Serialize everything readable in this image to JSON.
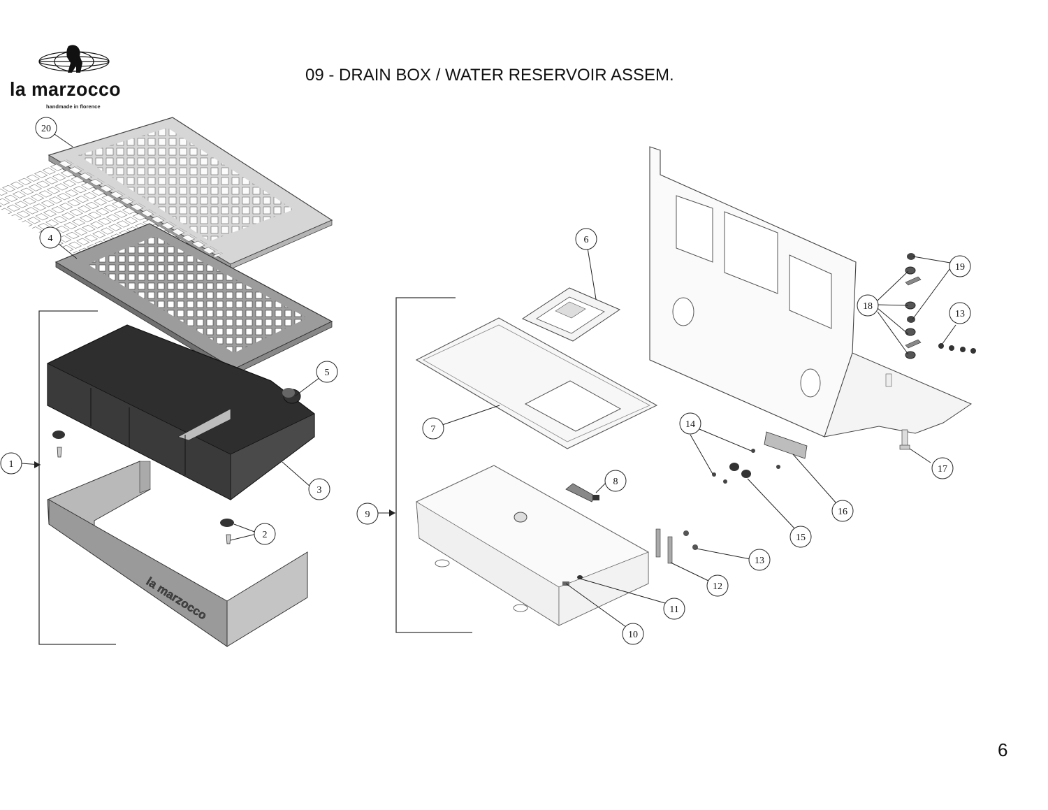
{
  "header": {
    "brand_name": "la marzocco",
    "brand_tagline": "handmade in florence",
    "logo_icon": "lion-globe-logo-icon",
    "title": "09 - DRAIN BOX / WATER RESERVOIR ASSEM."
  },
  "footer": {
    "page_number": "6"
  },
  "callouts": [
    {
      "id": "c20",
      "label": "20"
    },
    {
      "id": "c4",
      "label": "4"
    },
    {
      "id": "c5",
      "label": "5"
    },
    {
      "id": "c1",
      "label": "1"
    },
    {
      "id": "c3",
      "label": "3"
    },
    {
      "id": "c2",
      "label": "2"
    },
    {
      "id": "c6",
      "label": "6"
    },
    {
      "id": "c7",
      "label": "7"
    },
    {
      "id": "c8",
      "label": "8"
    },
    {
      "id": "c9",
      "label": "9"
    },
    {
      "id": "c10",
      "label": "10"
    },
    {
      "id": "c11",
      "label": "11"
    },
    {
      "id": "c12",
      "label": "12"
    },
    {
      "id": "c13a",
      "label": "13"
    },
    {
      "id": "c13b",
      "label": "13"
    },
    {
      "id": "c14",
      "label": "14"
    },
    {
      "id": "c15",
      "label": "15"
    },
    {
      "id": "c16",
      "label": "16"
    },
    {
      "id": "c17",
      "label": "17"
    },
    {
      "id": "c18",
      "label": "18"
    },
    {
      "id": "c19",
      "label": "19"
    }
  ],
  "drip_tray_logo_text": "la marzocco"
}
